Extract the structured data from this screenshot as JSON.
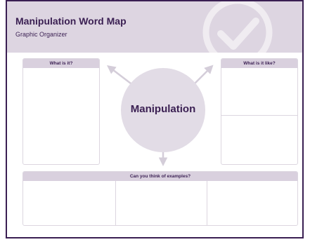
{
  "header": {
    "title": "Manipulation Word Map",
    "subtitle": "Graphic Organizer"
  },
  "center_word": "Manipulation",
  "boxes": {
    "what_is_it": "What is it?",
    "what_is_it_like": "What is it like?",
    "examples": "Can you think of examples?"
  },
  "colors": {
    "brand": "#3a1f52",
    "header_band": "#ddd5e1",
    "box_header": "#d9d0de",
    "circle": "#e2dce6"
  },
  "icons": [
    "checkmark-watermark-icon",
    "arrow-up-left-icon",
    "arrow-up-right-icon",
    "arrow-down-icon"
  ]
}
